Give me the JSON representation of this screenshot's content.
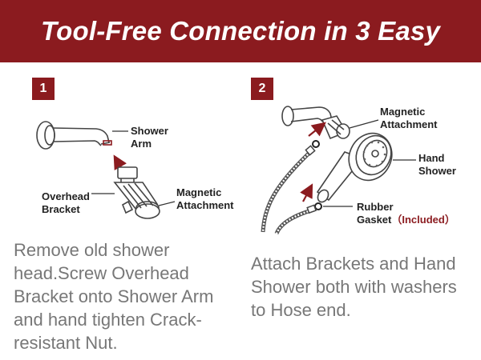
{
  "banner": {
    "title": "Tool-Free Connection in 3 Easy Steps！"
  },
  "step1": {
    "number": "1",
    "labels": {
      "shower_arm": [
        "Shower",
        "Arm"
      ],
      "overhead_bracket": [
        "Overhead",
        "Bracket"
      ],
      "magnetic_attachment": [
        "Magnetic",
        "Attachment"
      ]
    },
    "description": "Remove old shower head.Screw Overhead Bracket onto Shower Arm and hand tighten Crack-resistant Nut."
  },
  "step2": {
    "number": "2",
    "labels": {
      "magnetic_attachment": [
        "Magnetic",
        "Attachment"
      ],
      "hand_shower": [
        "Hand",
        "Shower"
      ],
      "rubber_gasket": [
        "Rubber",
        "Gasket"
      ],
      "included": "（Included）"
    },
    "description": "Attach Brackets and Hand Shower both with washers to Hose end."
  },
  "colors": {
    "accent": "#8b1b1f",
    "text": "#777777",
    "label": "#222222"
  }
}
